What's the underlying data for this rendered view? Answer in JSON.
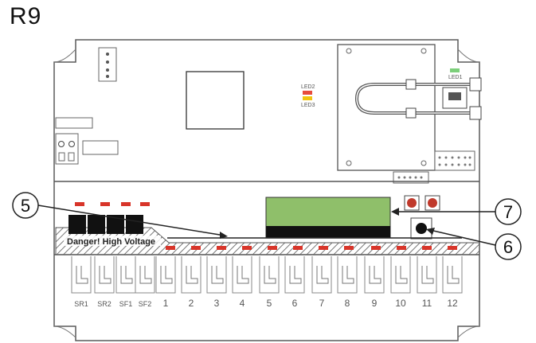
{
  "figure_label": "R9",
  "warning_text": "Danger! High Voltage",
  "led_labels": {
    "led1": "LED1",
    "led2": "LED2",
    "led3": "LED3"
  },
  "callouts": [
    "5",
    "7",
    "6"
  ],
  "terminal_labels": [
    "SR1",
    "SR2",
    "SF1",
    "SF2",
    "1",
    "2",
    "3",
    "4",
    "5",
    "6",
    "7",
    "8",
    "9",
    "10",
    "11",
    "12"
  ],
  "colors": {
    "outline": "#5a5a5a",
    "lcd_green": "#8fbf6a",
    "lcd_dark": "#111111",
    "led_red": "#d8352a",
    "led2_color": "#e74c3c",
    "led3_color": "#f1c40f",
    "led1_color": "#7ccf7a",
    "button_red": "#c0392b"
  }
}
